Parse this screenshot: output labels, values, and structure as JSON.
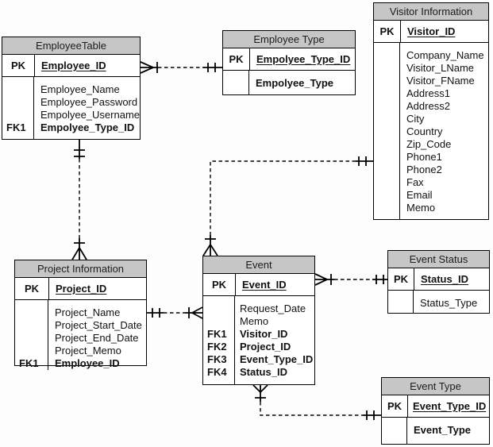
{
  "colors": {
    "header_bg": "#c6c6c6",
    "border": "#000000",
    "line": "#000000",
    "background": "#fdfdfd"
  },
  "tables": {
    "employee_table": {
      "title": "EmployeeTable",
      "pk_key": "PK",
      "pk_field": "Employee_ID",
      "rows": [
        {
          "key": "",
          "field": "Employee_Name"
        },
        {
          "key": "",
          "field": "Employee_Password"
        },
        {
          "key": "",
          "field": "Empolyee_Username"
        },
        {
          "key": "FK1",
          "field": "Empolyee_Type_ID"
        }
      ]
    },
    "employee_type": {
      "title": "Employee Type",
      "pk_key": "PK",
      "pk_field": "Empolyee_Type_ID",
      "rows": [
        {
          "key": "",
          "field": "Empolyee_Type"
        }
      ]
    },
    "visitor_information": {
      "title": "Visitor Information",
      "pk_key": "PK",
      "pk_field": "Visitor_ID",
      "rows": [
        {
          "key": "",
          "field": "Company_Name"
        },
        {
          "key": "",
          "field": "Visitor_LName"
        },
        {
          "key": "",
          "field": "Visitor_FName"
        },
        {
          "key": "",
          "field": "Address1"
        },
        {
          "key": "",
          "field": "Address2"
        },
        {
          "key": "",
          "field": "City"
        },
        {
          "key": "",
          "field": "Country"
        },
        {
          "key": "",
          "field": "Zip_Code"
        },
        {
          "key": "",
          "field": "Phone1"
        },
        {
          "key": "",
          "field": "Phone2"
        },
        {
          "key": "",
          "field": "Fax"
        },
        {
          "key": "",
          "field": "Email"
        },
        {
          "key": "",
          "field": "Memo"
        }
      ]
    },
    "project_information": {
      "title": "Project Information",
      "pk_key": "PK",
      "pk_field": "Project_ID",
      "rows": [
        {
          "key": "",
          "field": "Project_Name"
        },
        {
          "key": "",
          "field": "Project_Start_Date"
        },
        {
          "key": "",
          "field": "Project_End_Date"
        },
        {
          "key": "",
          "field": "Project_Memo"
        },
        {
          "key": "FK1",
          "field": "Employee_ID"
        }
      ]
    },
    "event": {
      "title": "Event",
      "pk_key": "PK",
      "pk_field": "Event_ID",
      "rows": [
        {
          "key": "",
          "field": "Request_Date"
        },
        {
          "key": "",
          "field": "Memo"
        },
        {
          "key": "FK1",
          "field": "Visitor_ID"
        },
        {
          "key": "FK2",
          "field": "Project_ID"
        },
        {
          "key": "FK3",
          "field": "Event_Type_ID"
        },
        {
          "key": "FK4",
          "field": "Status_ID"
        }
      ]
    },
    "event_status": {
      "title": "Event Status",
      "pk_key": "PK",
      "pk_field": "Status_ID",
      "rows": [
        {
          "key": "",
          "field": "Status_Type"
        }
      ]
    },
    "event_type": {
      "title": "Event Type",
      "pk_key": "PK",
      "pk_field": "Event_Type_ID",
      "rows": [
        {
          "key": "",
          "field": "Event_Type"
        }
      ]
    }
  },
  "relationships": [
    {
      "one_end": "Employee Type",
      "many_end": "EmployeeTable",
      "cardinality": "one-to-many",
      "line_style": "dashed",
      "notation": "crow-foot"
    },
    {
      "one_end": "EmployeeTable",
      "many_end": "Project Information",
      "cardinality": "one-to-many",
      "line_style": "dashed",
      "notation": "crow-foot"
    },
    {
      "one_end": "Visitor Information",
      "many_end": "Event",
      "cardinality": "one-to-many",
      "line_style": "dashed",
      "notation": "crow-foot"
    },
    {
      "one_end": "Project Information",
      "many_end": "Event",
      "cardinality": "one-to-many",
      "line_style": "dashed",
      "notation": "crow-foot"
    },
    {
      "one_end": "Event Status",
      "many_end": "Event",
      "cardinality": "one-to-many",
      "line_style": "dashed",
      "notation": "crow-foot"
    },
    {
      "one_end": "Event Type",
      "many_end": "Event",
      "cardinality": "one-to-many",
      "line_style": "dashed",
      "notation": "crow-foot"
    }
  ]
}
